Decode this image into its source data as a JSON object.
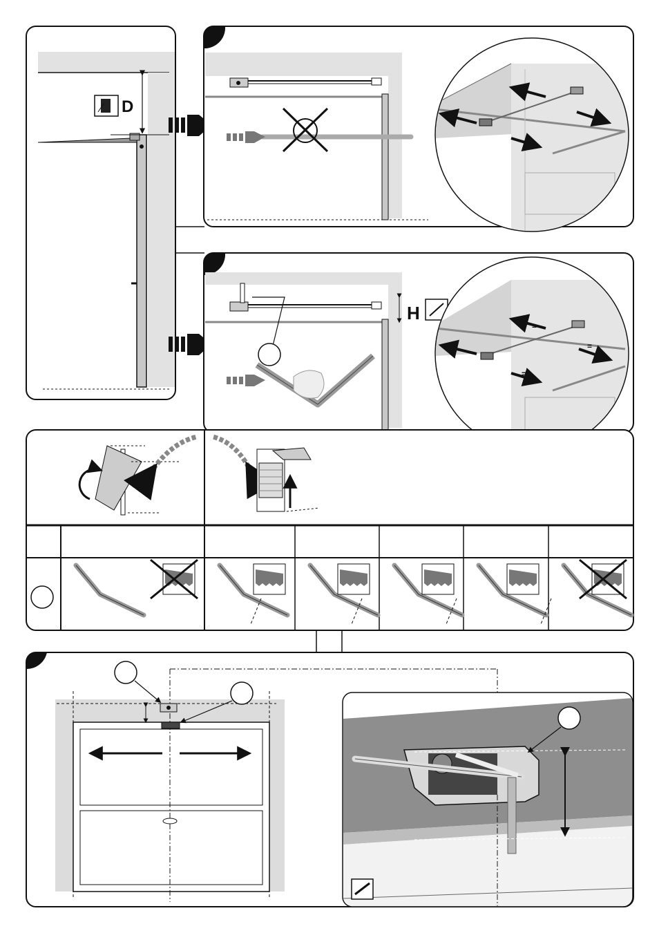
{
  "labels": {
    "measure_d": "D",
    "measure_h": "H",
    "equal_mark": "="
  },
  "icons": {
    "tape_measure": "tape-measure-icon",
    "level": "level-icon",
    "pencil": "pencil-icon",
    "prohibited": "cross-prohibited-icon",
    "saw": "saw-blade-icon",
    "arrow": "direction-arrow-icon"
  },
  "cut_table": {
    "columns": 6,
    "rows": [
      {
        "allowed": false
      },
      {
        "allowed": true
      },
      {
        "allowed": true
      },
      {
        "allowed": true
      },
      {
        "allowed": true
      },
      {
        "allowed": false
      }
    ]
  },
  "colors": {
    "line": "#111111",
    "panel_gray": "#c8c8c8",
    "light_gray": "#e6e6e6",
    "accent_gray": "#777777"
  }
}
